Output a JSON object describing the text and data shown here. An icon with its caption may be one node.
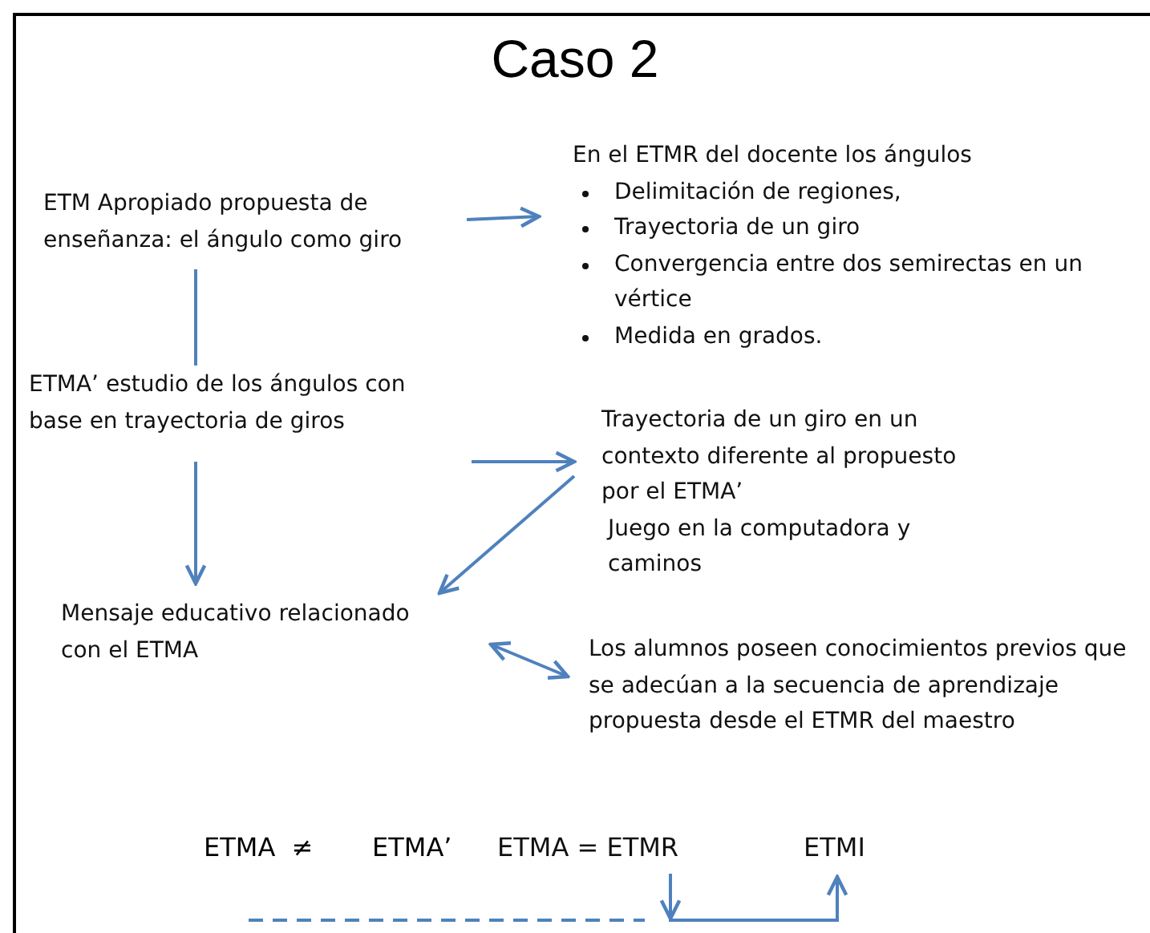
{
  "diagram": {
    "title": "Caso 2",
    "nodes": [
      {
        "text": [
          "ETM Apropiado propuesta de enseñanza: el ángulo como giro"
        ]
      },
      {
        "text": [
          "En el ETMR del docente los ángulos",
          "Delimitación de regiones,",
          "Trayectoria de un giro",
          "Convergencia entre dos semirectas en un vértice",
          "Medida en grados."
        ]
      },
      {
        "text": [
          "ETMA’ estudio de los ángulos con base en trayectoria de giros"
        ]
      },
      {
        "text": [
          "Trayectoria de un giro en un contexto diferente al propuesto por el ETMA’",
          "Juego en la computadora y caminos"
        ]
      },
      {
        "text": [
          "Mensaje educativo relacionado con el ETMA"
        ]
      },
      {
        "text": [
          "Los alumnos poseen conocimientos previos que se adecúan a la secuencia de aprendizaje propuesta desde el ETMR del maestro"
        ]
      },
      {
        "text": [
          "ETMA = ETMR"
        ]
      },
      {
        "text": [
          "ETMI"
        ]
      }
    ],
    "edges": [
      {
        "from": 0,
        "to": 1,
        "arrow": "to"
      },
      {
        "from": 0,
        "to": 2,
        "arrow": "none"
      },
      {
        "from": 2,
        "to": 3,
        "arrow": "to"
      },
      {
        "from": 2,
        "to": 4,
        "arrow": "to"
      },
      {
        "from": 3,
        "to": 4,
        "arrow": "to"
      },
      {
        "from": 4,
        "to": 5,
        "arrow": "both"
      },
      {
        "from": 6,
        "to": 7,
        "arrow": "to"
      },
      {
        "from": 6,
        "to": null,
        "arrow": "to"
      },
      {
        "from": null,
        "to": 6,
        "arrow": "none",
        "style": "dashed"
      }
    ],
    "labels": [
      "ETMA  ≠",
      "ETMA’"
    ]
  }
}
